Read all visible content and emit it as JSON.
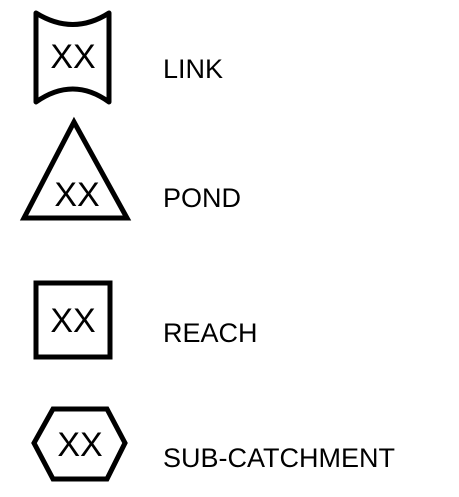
{
  "legend": {
    "items": [
      {
        "symbol": "link-icon",
        "code": "XX",
        "label": "LINK"
      },
      {
        "symbol": "pond-icon",
        "code": "XX",
        "label": "POND"
      },
      {
        "symbol": "reach-icon",
        "code": "XX",
        "label": "REACH"
      },
      {
        "symbol": "sub-catchment-icon",
        "code": "XX",
        "label": "SUB-CATCHMENT"
      }
    ]
  }
}
